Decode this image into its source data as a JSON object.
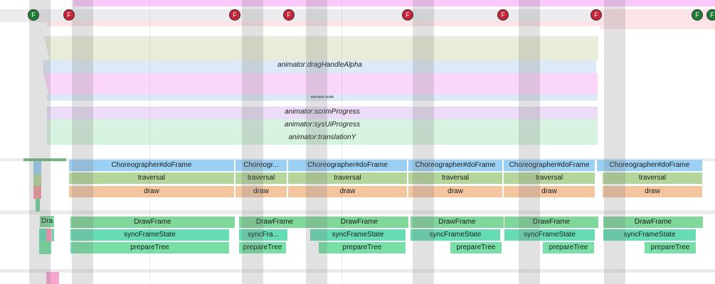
{
  "colors": {
    "frame_good": "#1e7d34",
    "frame_janky": "#c8233a",
    "choreographer": "#9bd0f5",
    "traversal": "#b5d69a",
    "draw": "#f3c6a0",
    "drawframe": "#7fd79a",
    "sync": "#66dcb4",
    "prepare": "#78e0a6",
    "drag_handle_alpha": "#dce9f7",
    "scrim_progress": "#ebdcf7",
    "sys_ui_progress": "#d9f3e3",
    "translation_y": "#d6f3df",
    "pink_band": "#fbd6fb",
    "olive_band": "#e9ecd8"
  },
  "frame_markers": [
    {
      "label": "F",
      "status": "good"
    },
    {
      "label": "F",
      "status": "janky"
    },
    {
      "label": "F",
      "status": "janky"
    },
    {
      "label": "F",
      "status": "janky"
    },
    {
      "label": "F",
      "status": "janky"
    },
    {
      "label": "F",
      "status": "janky"
    },
    {
      "label": "F",
      "status": "janky"
    },
    {
      "label": "F",
      "status": "good"
    },
    {
      "label": "F",
      "status": "good"
    }
  ],
  "animators": {
    "drag_handle_alpha": "animator:dragHandleAlpha",
    "scale": "animator:scale",
    "scrim_progress": "animator:scrimProgress",
    "sys_ui_progress": "animator:sysUiProgress",
    "translation_y": "animator:translationY"
  },
  "main_thread": [
    {
      "choreographer": "Choreographer#doFrame",
      "traversal": "traversal",
      "draw": "draw"
    },
    {
      "choreographer": "Choreogr...",
      "traversal": "traversal",
      "draw": "draw"
    },
    {
      "choreographer": "Choreographer#doFrame",
      "traversal": "traversal",
      "draw": "draw"
    },
    {
      "choreographer": "Choreographer#doFrame",
      "traversal": "traversal",
      "draw": "draw"
    },
    {
      "choreographer": "Choreographer#doFrame",
      "traversal": "traversal",
      "draw": "draw"
    },
    {
      "choreographer": "Choreographer#doFrame",
      "traversal": "traversal",
      "draw": "draw"
    }
  ],
  "render_thread": {
    "first_drawframe": "Dra",
    "frames": [
      {
        "drawframe": "DrawFrame",
        "sync": "syncFrameState",
        "prepare": "prepareTree"
      },
      {
        "drawframe": "DrawFrame",
        "sync": "syncFra...",
        "prepare": "prepareTree"
      },
      {
        "drawframe": "DrawFrame",
        "sync": "syncFrameState",
        "prepare": "prepareTree"
      },
      {
        "drawframe": "DrawFrame",
        "sync": "syncFrameState",
        "prepare": "prepareTree"
      },
      {
        "drawframe": "DrawFrame",
        "sync": "syncFrameState",
        "prepare": "prepareTree"
      },
      {
        "drawframe": "DrawFrame",
        "sync": "syncFrameState",
        "prepare": "prepareTree"
      }
    ]
  }
}
